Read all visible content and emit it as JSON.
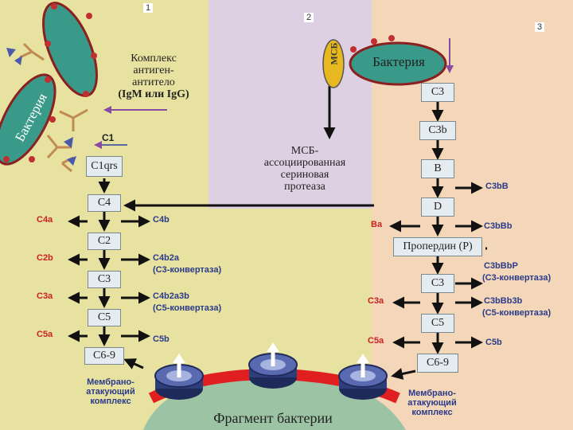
{
  "panel_numbers": [
    "1",
    "2",
    "3"
  ],
  "classical": {
    "complex_label": "Комплекс антиген- антитело (IgM или IgG)",
    "complex_lines": [
      "Комплекс",
      "антиген-",
      "антитело",
      "(IgM или IgG)"
    ],
    "bacteria_label": "Бактерия",
    "c1_label": "C1",
    "boxes": [
      "C1qrs",
      "C4",
      "C2",
      "C3",
      "C5",
      "C6-9"
    ],
    "left_products": [
      "C4a",
      "C2b",
      "C3a",
      "C5a"
    ],
    "right_products": [
      "C4b",
      "C4b2a",
      "(C3-конвертаза)",
      "C4b2a3b",
      "(C5-конвертаза)",
      "C5b"
    ],
    "membrane_label_lines": [
      "Мембрано-",
      "атакующий",
      "комплекс"
    ]
  },
  "lectin": {
    "msb_label": "МСБ",
    "bacteria_label": "Бактерия",
    "protease_lines": [
      "МСБ-",
      "ассоциированная",
      "сериновая",
      "протеаза"
    ]
  },
  "alternative": {
    "boxes": [
      "C3",
      "C3b",
      "B",
      "D",
      "Пропердин (P)",
      "C3",
      "C5",
      "C6-9"
    ],
    "right_products": [
      "C3bB",
      "C3bBb",
      "C3bBbP",
      "(C3-конвертаза)",
      "C3bBb3b",
      "(C5-конвертаза)",
      "C5b"
    ],
    "left_products": [
      "Ba",
      "C3a",
      "C5a"
    ],
    "membrane_label_lines": [
      "Мембрано-",
      "атакующий",
      "комплекс"
    ]
  },
  "bottom": {
    "fragment_label": "Фрагмент бактерии"
  },
  "colors": {
    "panel1": "#e8e2a0",
    "panel2": "#ddd0e2",
    "panel3": "#f4d7b8",
    "bacteria": "#3a9a8a",
    "bacteria_outline": "#8a2020",
    "pore": "#2e3e7a",
    "membrane_red": "#e02020",
    "membrane_green": "#9cc4a4",
    "product_red": "#cc2020",
    "product_blue": "#2a3a8a"
  }
}
